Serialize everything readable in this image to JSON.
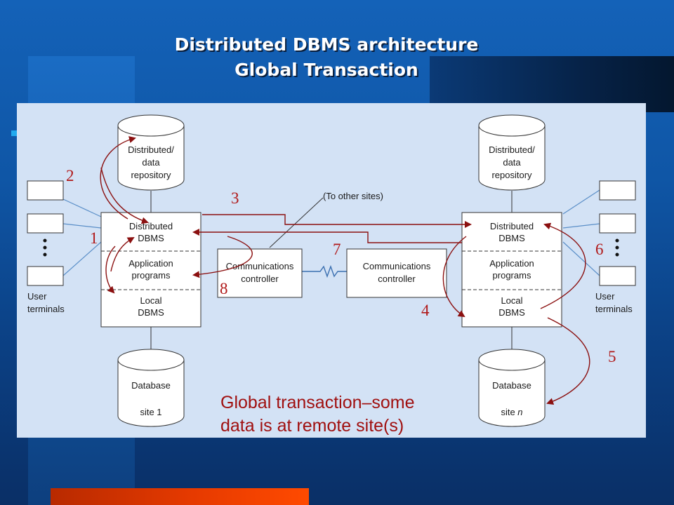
{
  "slide": {
    "title_line1": "Distributed DBMS architecture",
    "title_line2": "Global Transaction"
  },
  "diagram": {
    "left_site": {
      "repository_line1": "Distributed/",
      "repository_line2": "data",
      "repository_line3": "repository",
      "dbms_section1_line1": "Distributed",
      "dbms_section1_line2": "DBMS",
      "dbms_section2_line1": "Application",
      "dbms_section2_line2": "programs",
      "dbms_section3_line1": "Local",
      "dbms_section3_line2": "DBMS",
      "database_line1": "Database",
      "database_line2": "site 1",
      "terminals_label_line1": "User",
      "terminals_label_line2": "terminals"
    },
    "right_site": {
      "repository_line1": "Distributed/",
      "repository_line2": "data",
      "repository_line3": "repository",
      "dbms_section1_line1": "Distributed",
      "dbms_section1_line2": "DBMS",
      "dbms_section2_line1": "Application",
      "dbms_section2_line2": "programs",
      "dbms_section3_line1": "Local",
      "dbms_section3_line2": "DBMS",
      "database_line1": "Database",
      "database_line2_prefix": "site ",
      "database_line2_italic": "n",
      "terminals_label_line1": "User",
      "terminals_label_line2": "terminals"
    },
    "comm_left_line1": "Communications",
    "comm_left_line2": "controller",
    "comm_right_line1": "Communications",
    "comm_right_line2": "controller",
    "other_sites": "(To other sites)",
    "steps": [
      "1",
      "2",
      "3",
      "4",
      "5",
      "6",
      "7",
      "8"
    ],
    "caption_line1": "Global transaction–some",
    "caption_line2": "data is at remote site(s)",
    "colors": {
      "panel": "#d3e2f5",
      "arrow": "#8b1010",
      "step_text": "#b01818",
      "line": "#5b8fc8"
    }
  }
}
